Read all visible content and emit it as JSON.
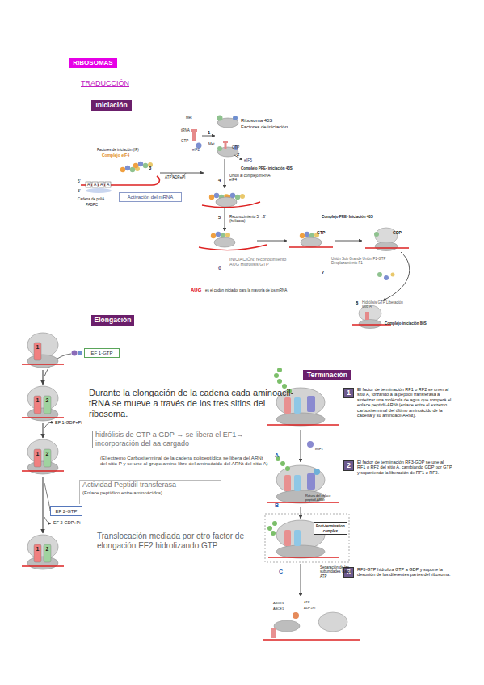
{
  "diagram": {
    "nodes": [
      {
        "text": [
          "RIBOSOMAS"
        ]
      },
      {
        "text": [
          "Iniciación"
        ]
      },
      {
        "text": [
          "Activación del mRNA"
        ]
      },
      {
        "text": [
          "Elongación"
        ]
      },
      {
        "text": [
          "1"
        ]
      },
      {
        "text": [
          "EF 1-GTP"
        ]
      },
      {
        "text": [
          "1",
          "2"
        ]
      },
      {
        "text": [
          "1",
          "2"
        ]
      },
      {
        "text": [
          "Actividad Peptidil transferasa",
          "(Enlace peptídico entre aminoácidos)"
        ]
      },
      {
        "text": [
          "EF 2-GTP"
        ]
      },
      {
        "text": [
          "1",
          "2"
        ]
      },
      {
        "text": [
          "Terminación"
        ]
      },
      {
        "text": [
          "1"
        ]
      },
      {
        "text": [
          "2"
        ]
      },
      {
        "text": [
          "Post-termination complex"
        ]
      },
      {
        "text": [
          "3"
        ]
      }
    ],
    "edges": [
      {
        "from": 4,
        "to": 6,
        "arrow": "to"
      },
      {
        "from": 6,
        "to": 7,
        "arrow": "to"
      },
      {
        "from": 7,
        "to": 10,
        "arrow": "to"
      }
    ],
    "labels": [
      "TRADUCCIÓN",
      "Met",
      "tRNA",
      "GTP",
      "eIF2",
      "1",
      "Ribosoma 40S",
      "Factores de iniciación",
      "Met",
      "GTP",
      "2",
      "eIF5",
      "Complejo PRE- iniciación 43S",
      "Factores de iniciación (IF)",
      "Complejo eIF4",
      "3",
      "ATP ADP+Pi",
      "5'",
      "A",
      "A",
      "A",
      "A",
      "3'",
      "Cadena de poliA",
      "PABPC",
      "4",
      "Unión al complejo mRNA-eIF4",
      "5",
      "Reconocimiento 5'→3' (helicasa)",
      "Complejo PRE- Iniciación 40S",
      "GTP",
      "GDP",
      "6",
      "INICIACIÓN: reconocimiento AUG Hidrólisis GTP",
      "7",
      "Unión Sub Grande Unión F1-GTP Desplazamiento F1",
      "AUG",
      "es el codón iniciador para la mayoría de los mRNA",
      "8",
      "Hidrólisis GTP Liberación sitio A",
      "Complejo iniciación 80S",
      "Durante la elongación de la cadena cada aminoacil-tRNA se mueve a través de los tres sitios del ribosoma.",
      "EF 1-GDP+Pi",
      "hidrólisis de GTP a GDP → se libera el EF1→ incorporación del aa cargado",
      "(El extremo Carboxiterminal de la cadena polipeptídica se libera del ARNt del sitio P y se une al grupo amino libre del aminoácido del ARNt del sitio A)",
      "EF 2-GDP+Pi",
      "Translocación mediada por otro factor de elongación EF2 hidrolizando GTP",
      "El factor de terminación RF1 o RF2 se unen al sitio A, forzando a la peptidil transferasa a sintetizar una molécula de agua que romperá el enlace peptidil-ARNt (enlace entre el extremo carboxiterminal del último aminoácido de la cadena y su aminoacil-ARNt).",
      "A",
      "eRF1",
      "El factor de terminación RF3-GDP se une al RF1 o RF2 del sitio A, cambiando GDP por GTP y suponiendo la liberación de RF1 o RF2.",
      "B",
      "Rotura del enlace peptidil-ARNt",
      "C",
      "Separación de las subunidades Gasto ATP",
      "RF3-GTP hidroliza GTP a GDP y supone la desunión de las diferentes partes del ribosoma.",
      "ABCE1",
      "ATP",
      "ABCE1",
      "ADP+Pi"
    ]
  }
}
